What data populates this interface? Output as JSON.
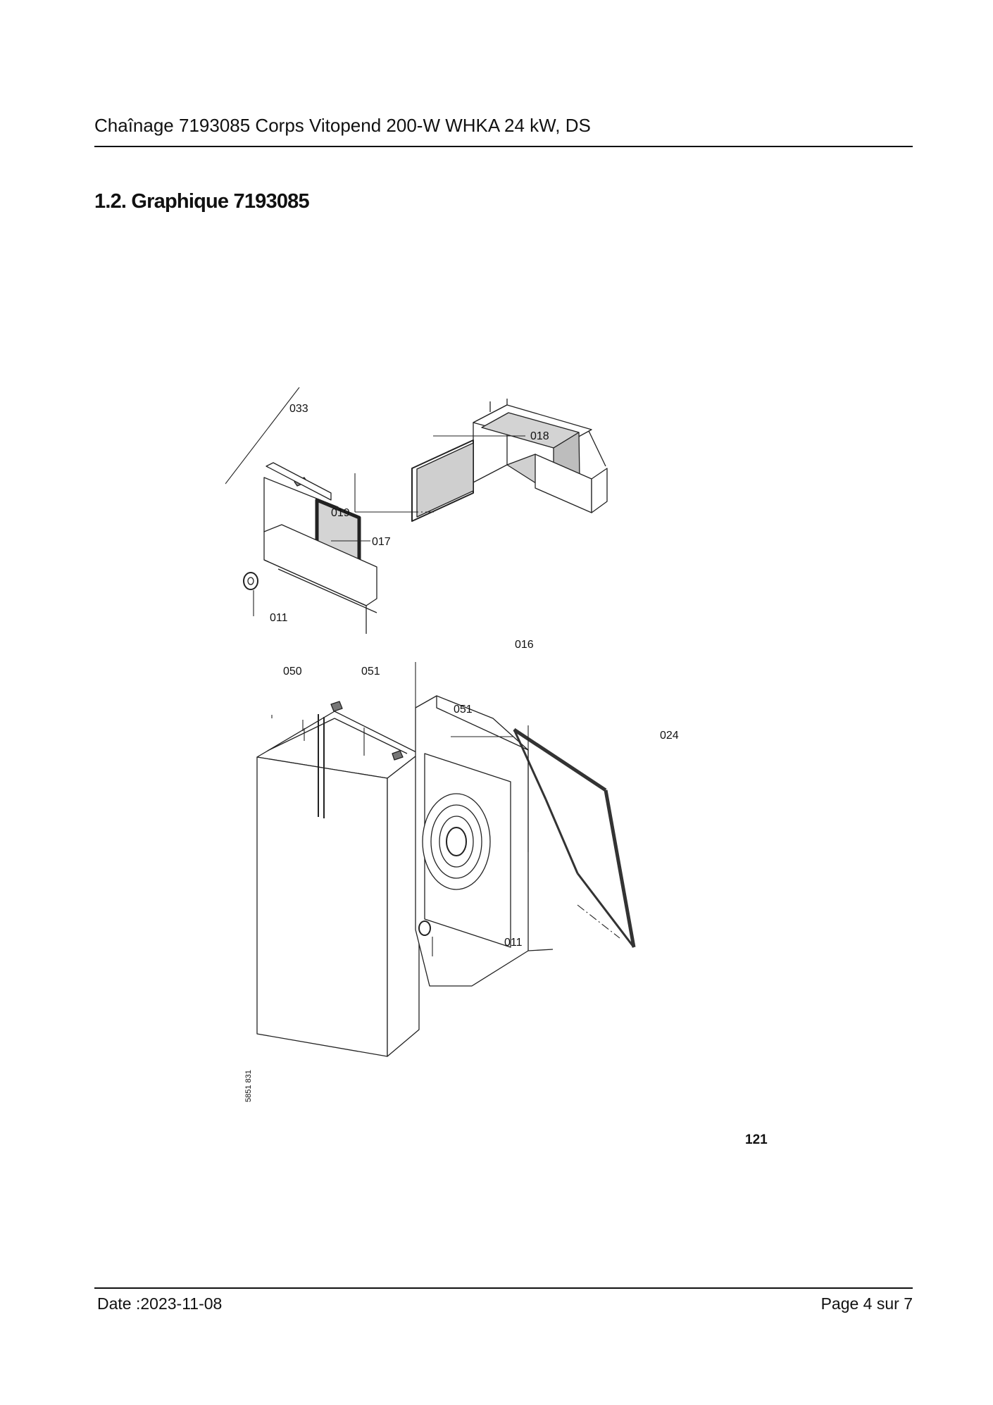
{
  "header": {
    "title": "Chaînage 7193085 Corps Vitopend 200-W WHKA 24 kW, DS"
  },
  "section": {
    "title": "1.2. Graphique 7193085"
  },
  "figure": {
    "callouts": {
      "c033": "033",
      "c018": "018",
      "c019": "019",
      "c017": "017",
      "c016": "016",
      "c011a": "011",
      "c050": "050",
      "c051a": "051",
      "c051b": "051",
      "c024": "024",
      "c011b": "011"
    },
    "drawing_id": "5851 831",
    "figure_number": "121"
  },
  "footer": {
    "date": "Date :2023-11-08",
    "page": "Page 4 sur  7"
  }
}
